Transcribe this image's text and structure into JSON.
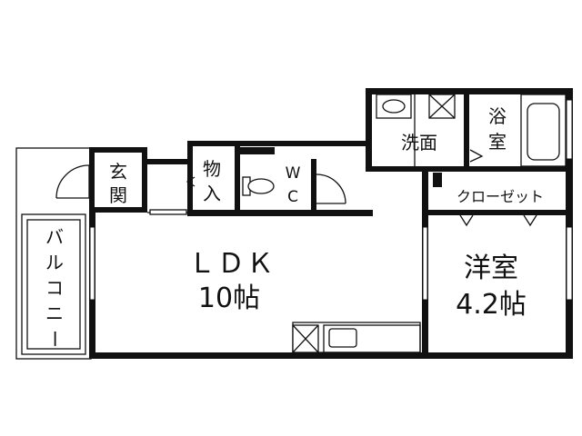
{
  "rooms": {
    "ldk": {
      "name": "ＬＤＫ",
      "size": "10帖"
    },
    "western": {
      "name": "洋室",
      "size": "4.2帖"
    },
    "entrance": {
      "line1": "玄",
      "line2": "関"
    },
    "storage": {
      "line1": "物",
      "line2": "入"
    },
    "wc": {
      "line1": "W",
      "line2": "C"
    },
    "washroom": {
      "name": "洗面"
    },
    "bath": {
      "line1": "浴",
      "line2": "室"
    },
    "closet": {
      "name": "クローゼット"
    },
    "balcony": {
      "chars": [
        "バ",
        "ル",
        "コ",
        "ニ",
        "ー"
      ]
    }
  }
}
